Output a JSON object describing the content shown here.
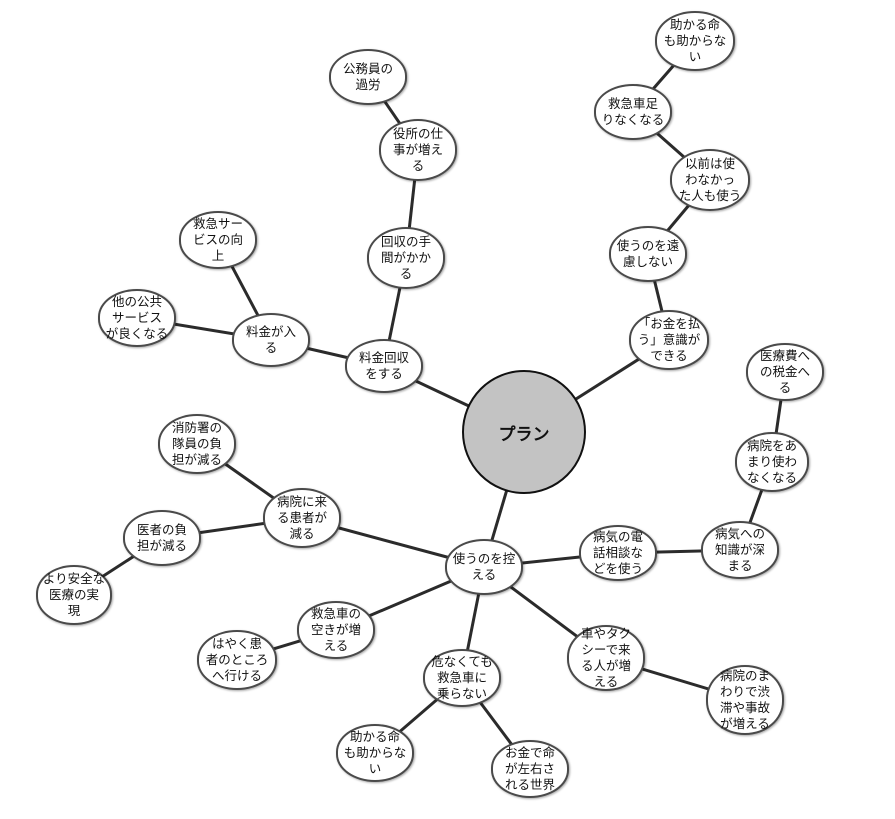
{
  "root": {
    "id": "root",
    "label": "プラン"
  },
  "nodes": [
    {
      "id": "n1",
      "parent": "root",
      "label": "料金回収\nをする"
    },
    {
      "id": "n2",
      "parent": "n1",
      "label": "料金が入\nる"
    },
    {
      "id": "n3",
      "parent": "n2",
      "label": "他の公共\nサービス\nが良くなる"
    },
    {
      "id": "n4",
      "parent": "n2",
      "label": "救急サー\nビスの向\n上"
    },
    {
      "id": "n5",
      "parent": "n1",
      "label": "回収の手\n間がかか\nる"
    },
    {
      "id": "n6",
      "parent": "n5",
      "label": "役所の仕\n事が増え\nる"
    },
    {
      "id": "n7",
      "parent": "n6",
      "label": "公務員の\n過労"
    },
    {
      "id": "n8",
      "parent": "root",
      "label": "「お金を払\nう」意識が\nできる"
    },
    {
      "id": "n9",
      "parent": "n8",
      "label": "使うのを遠\n慮しない"
    },
    {
      "id": "n10",
      "parent": "n9",
      "label": "以前は使\nわなかっ\nた人も使う"
    },
    {
      "id": "n11",
      "parent": "n10",
      "label": "救急車足\nりなくなる"
    },
    {
      "id": "n12",
      "parent": "n11",
      "label": "助かる命\nも助からな\nい"
    },
    {
      "id": "n13",
      "parent": "root",
      "label": "使うのを控\nえる"
    },
    {
      "id": "n14",
      "parent": "n13",
      "label": "病院に来\nる患者が\n減る"
    },
    {
      "id": "n15",
      "parent": "n14",
      "label": "消防署の\n隊員の負\n担が減る"
    },
    {
      "id": "n16",
      "parent": "n14",
      "label": "医者の負\n担が減る"
    },
    {
      "id": "n17",
      "parent": "n16",
      "label": "より安全な\n医療の実\n現"
    },
    {
      "id": "n18",
      "parent": "n13",
      "label": "救急車の\n空きが増\nえる"
    },
    {
      "id": "n19",
      "parent": "n18",
      "label": "はやく患\n者のところ\nへ行ける"
    },
    {
      "id": "n20",
      "parent": "n13",
      "label": "危なくても\n救急車に\n乗らない"
    },
    {
      "id": "n21",
      "parent": "n20",
      "label": "助かる命\nも助からな\nい"
    },
    {
      "id": "n22",
      "parent": "n20",
      "label": "お金で命\nが左右さ\nれる世界"
    },
    {
      "id": "n23",
      "parent": "n13",
      "label": "病気の電\n話相談な\nどを使う"
    },
    {
      "id": "n24",
      "parent": "n23",
      "label": "病気への\n知識が深\nまる"
    },
    {
      "id": "n25",
      "parent": "n24",
      "label": "病院をあ\nまり使わ\nなくなる"
    },
    {
      "id": "n26",
      "parent": "n25",
      "label": "医療費へ\nの税金へ\nる"
    },
    {
      "id": "n27",
      "parent": "n13",
      "label": "車やタク\nシーで来\nる人が増\nえる"
    },
    {
      "id": "n28",
      "parent": "n27",
      "label": "病院のま\nわりで渋\n滞や事故\nが増える"
    }
  ]
}
